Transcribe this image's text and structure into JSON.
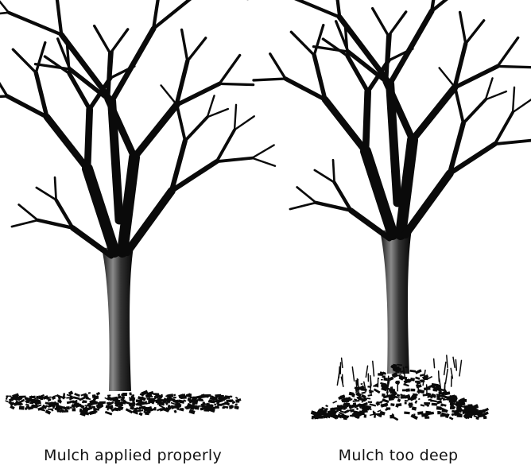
{
  "panels": [
    {
      "caption": "Mulch applied properly",
      "mulch": "flat"
    },
    {
      "caption": "Mulch too deep",
      "mulch": "volcano"
    }
  ],
  "colors": {
    "ink": "#0a0a0a",
    "trunk_highlight": "#8a8a8a",
    "background": "#ffffff"
  }
}
